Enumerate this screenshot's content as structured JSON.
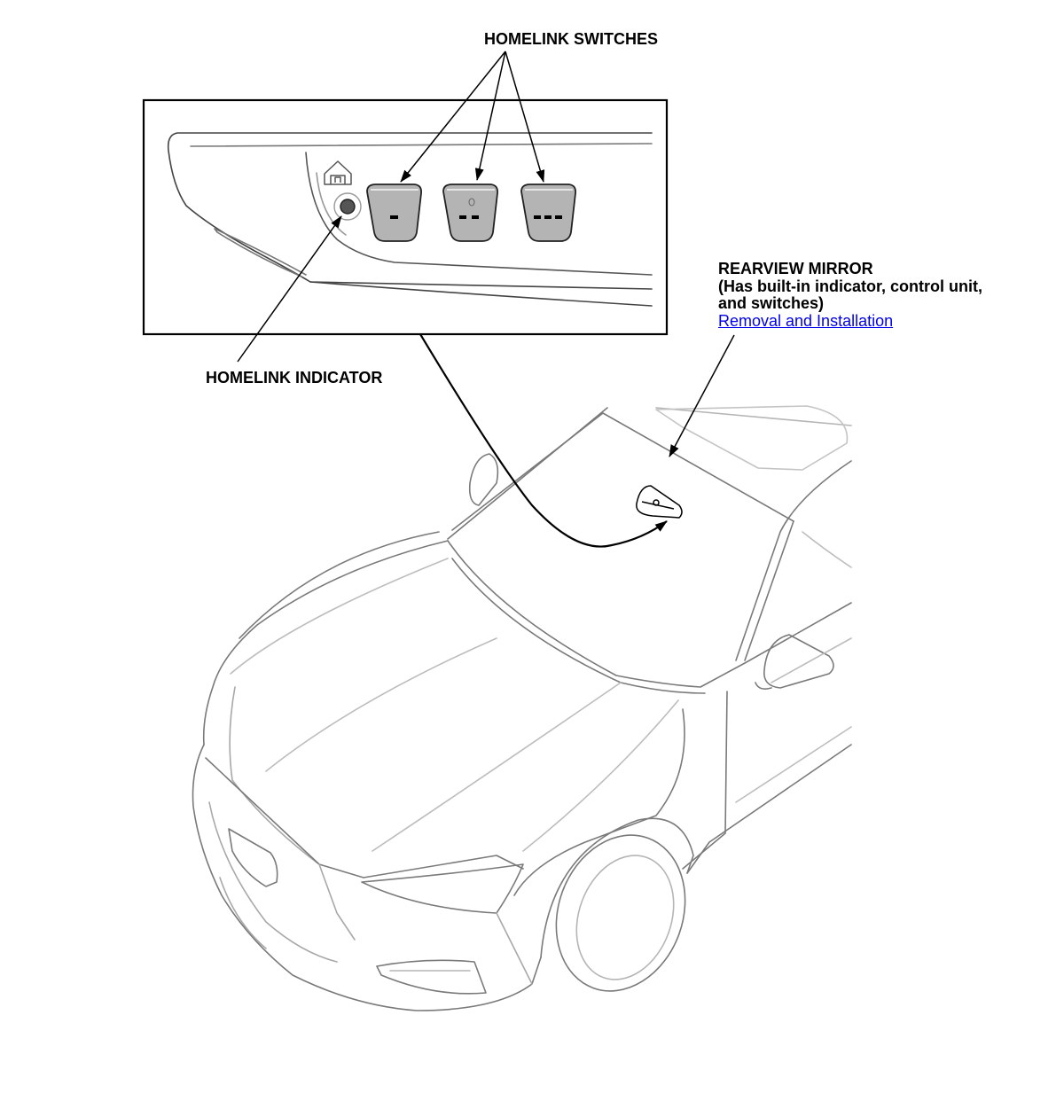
{
  "labels": {
    "homelink_switches": "HOMELINK SWITCHES",
    "homelink_indicator": "HOMELINK INDICATOR",
    "rearview_mirror": {
      "title": "REARVIEW MIRROR",
      "note_line1": "(Has built-in indicator, control unit,",
      "note_line2": "and switches)",
      "link_text": "Removal and Installation"
    }
  },
  "icons": {
    "home_symbol": "home-icon",
    "switch_1": "single-dash-icon",
    "switch_2": "double-dash-icon",
    "switch_3": "triple-dash-icon"
  },
  "colors": {
    "line": "#000000",
    "car_line": "#9a9a9a",
    "switch_fill": "#b4b4b4",
    "link": "#0000ee"
  }
}
